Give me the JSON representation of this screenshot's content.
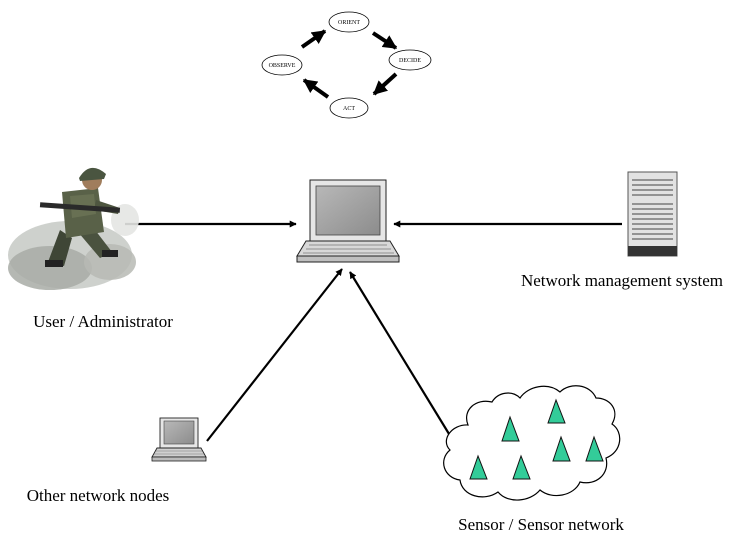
{
  "ooda_loop": {
    "orient": "ORIENT",
    "decide": "DECIDE",
    "act": "ACT",
    "observe": "OBSERVE"
  },
  "labels": {
    "user_admin": "User / Administrator",
    "network_management": "Network management system",
    "other_nodes": "Other network nodes",
    "sensor_network": "Sensor / Sensor network"
  },
  "colors": {
    "sensor_fill": "#33cc99",
    "line": "#000000"
  },
  "icons": {
    "user": "soldier-icon",
    "server": "server-icon",
    "central": "laptop-icon",
    "node": "small-laptop-icon",
    "sensor": "sensor-triangle-icon"
  }
}
